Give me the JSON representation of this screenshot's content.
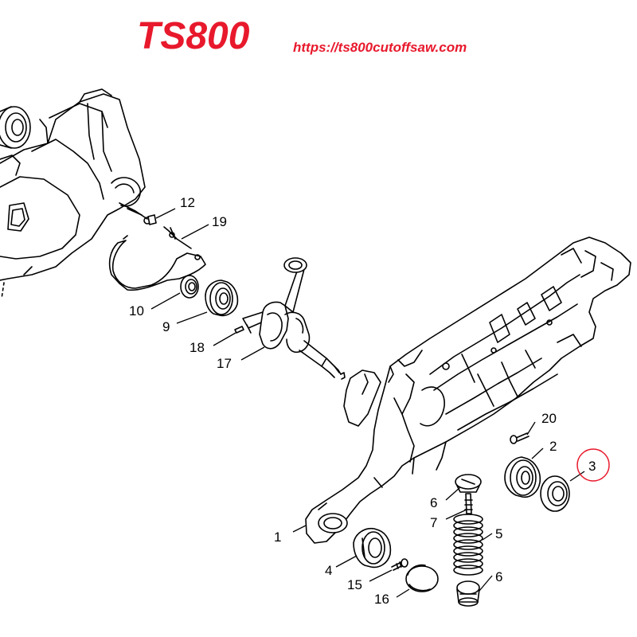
{
  "header": {
    "title": "TS800",
    "url": "https://ts800cutoffsaw.com"
  },
  "colors": {
    "brand": "#e8192c",
    "highlight_circle": "#e8192c",
    "line": "#000000"
  },
  "callouts": {
    "c1": "1",
    "c2": "2",
    "c3": "3",
    "c4": "4",
    "c5": "5",
    "c6a": "6",
    "c6b": "6",
    "c7": "7",
    "c9": "9",
    "c10": "10",
    "c12": "12",
    "c15": "15",
    "c16": "16",
    "c17": "17",
    "c18": "18",
    "c19": "19",
    "c20": "20"
  },
  "highlighted_part": "3"
}
